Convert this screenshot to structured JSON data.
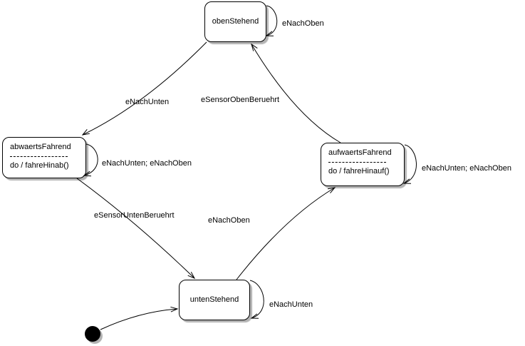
{
  "diagram": {
    "type": "uml-state-machine",
    "states": {
      "oben": {
        "name": "obenStehend"
      },
      "abwaerts": {
        "name": "abwaertsFahrend",
        "activity": "do / fahreHinab()"
      },
      "aufwaerts": {
        "name": "aufwaertsFahrend",
        "activity": "do / fahreHinauf()"
      },
      "unten": {
        "name": "untenStehend"
      }
    },
    "initial_pseudostate": {
      "to": "untenStehend"
    },
    "transitions": [
      {
        "from": "obenStehend",
        "to": "obenStehend",
        "label": "eNachOben"
      },
      {
        "from": "obenStehend",
        "to": "abwaertsFahrend",
        "label": "eNachUnten"
      },
      {
        "from": "aufwaertsFahrend",
        "to": "obenStehend",
        "label": "eSensorObenBeruehrt"
      },
      {
        "from": "abwaertsFahrend",
        "to": "abwaertsFahrend",
        "label": "eNachUnten; eNachOben"
      },
      {
        "from": "aufwaertsFahrend",
        "to": "aufwaertsFahrend",
        "label": "eNachUnten; eNachOben"
      },
      {
        "from": "abwaertsFahrend",
        "to": "untenStehend",
        "label": "eSensorUntenBeruehrt"
      },
      {
        "from": "untenStehend",
        "to": "aufwaertsFahrend",
        "label": "eNachOben"
      },
      {
        "from": "untenStehend",
        "to": "untenStehend",
        "label": "eNachUnten"
      }
    ],
    "colors": {
      "line": "#000000",
      "state_fill": "#ffffff",
      "shadow": "#b3b3b3",
      "text": "#000000",
      "background": "#ffffff"
    }
  }
}
